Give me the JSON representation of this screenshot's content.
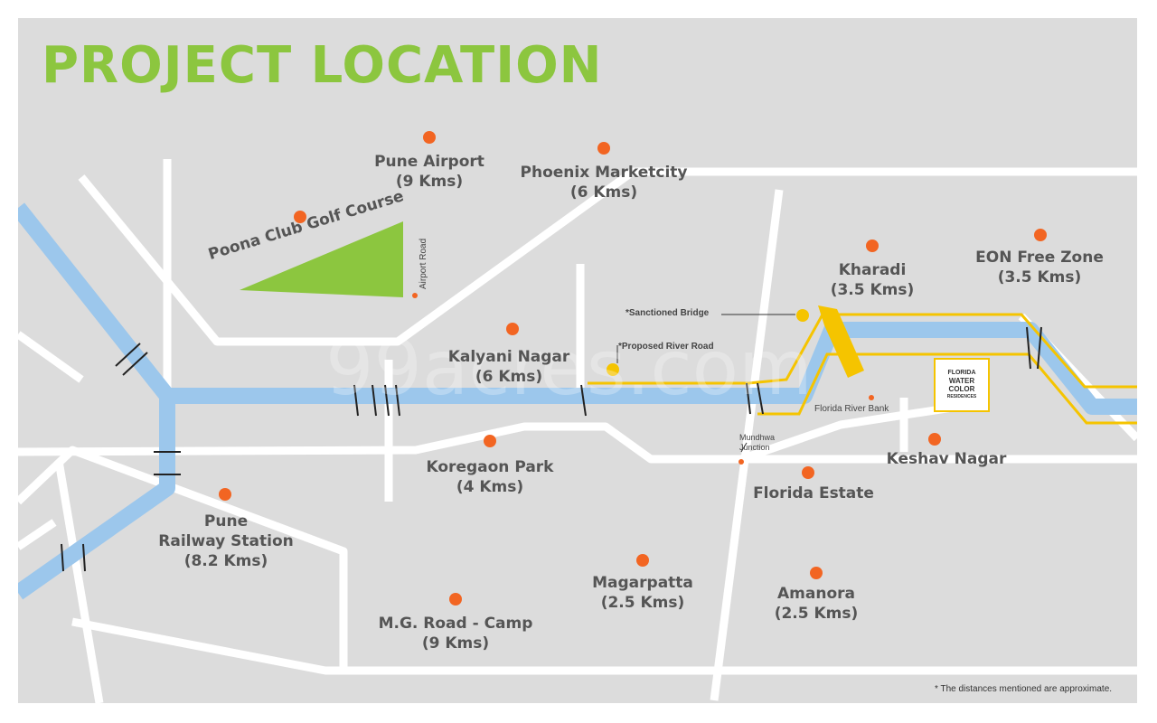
{
  "title": "PROJECT LOCATION",
  "colors": {
    "title_green": "#8cc63f",
    "map_background": "#dcdcdc",
    "road": "#ffffff",
    "river": "#9cc7ec",
    "marker_orange": "#f26522",
    "highlight_yellow": "#f5c400",
    "golf_green": "#8cc63f",
    "label_gray": "#555555"
  },
  "places": {
    "pune_airport": {
      "name": "Pune Airport",
      "distance": "(9 Kms)"
    },
    "phoenix": {
      "name": "Phoenix Marketcity",
      "distance": "(6 Kms)"
    },
    "kharadi": {
      "name": "Kharadi",
      "distance": "(3.5 Kms)"
    },
    "eon": {
      "name": "EON Free Zone",
      "distance": "(3.5 Kms)"
    },
    "kalyani": {
      "name": "Kalyani Nagar",
      "distance": "(6 Kms)"
    },
    "koregaon": {
      "name": "Koregaon Park",
      "distance": "(4 Kms)"
    },
    "railway": {
      "line1": "Pune",
      "line2": "Railway Station",
      "distance": "(8.2 Kms)"
    },
    "keshav": {
      "name": "Keshav Nagar"
    },
    "florida_estate": {
      "name": "Florida Estate"
    },
    "magarpatta": {
      "name": "Magarpatta",
      "distance": "(2.5 Kms)"
    },
    "amanora": {
      "name": "Amanora",
      "distance": "(2.5 Kms)"
    },
    "mg_road": {
      "name": "M.G. Road - Camp",
      "distance": "(9 Kms)"
    }
  },
  "golf_course": "Poona Club Golf Course",
  "airport_road": "Airport Road",
  "sanctioned_bridge": "*Sanctioned Bridge",
  "proposed_river_road": "*Proposed River Road",
  "florida_river_bank": "Florida River Bank",
  "mundhwa_junction": {
    "line1": "Mundhwa",
    "line2": "Junction"
  },
  "project_logo": {
    "line1": "FLORIDA",
    "line2": "WATER",
    "line3": "COLOR",
    "line4": "RESIDENCES"
  },
  "watermark": "99acres.com",
  "footnote": "* The distances mentioned are approximate."
}
